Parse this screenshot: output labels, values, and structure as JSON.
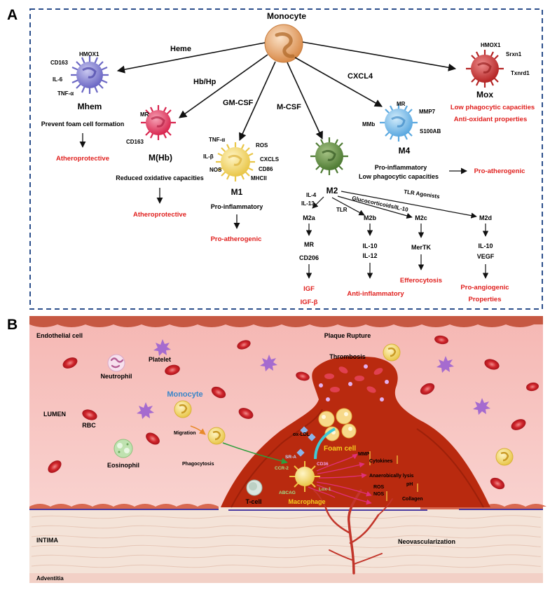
{
  "panels": {
    "a": "A",
    "b": "B"
  },
  "panel_a": {
    "root": "Monocyte",
    "stimuli": {
      "heme": "Heme",
      "hbhp": "Hb/Hp",
      "gmcsf": "GM-CSF",
      "mcsf": "M-CSF",
      "cxcl4": "CXCL4"
    },
    "mhem": {
      "name": "Mhem",
      "markers": [
        "HMOX1",
        "CD163",
        "IL-6",
        "TNF-α"
      ],
      "function": "Prevent foam cell formation",
      "outcome": "Atheroprotective"
    },
    "mhb": {
      "name": "M(Hb)",
      "markers": [
        "MR",
        "CD163"
      ],
      "function": "Reduced oxidative capacities",
      "outcome": "Atheroprotective"
    },
    "m1": {
      "name": "M1",
      "markers": [
        "TNF-α",
        "ROS",
        "IL-β",
        "CXCLS",
        "CD86",
        "NOS",
        "MHCII"
      ],
      "function": "Pro-inflammatory",
      "outcome": "Pro-atherogenic"
    },
    "m4": {
      "name": "M4",
      "markers": [
        "MR",
        "MMP7",
        "MMb",
        "S100AB"
      ],
      "function": [
        "Pro-inflammatory",
        "Low phagocytic capacities"
      ],
      "outcome": "Pro-atherogenic"
    },
    "mox": {
      "name": "Mox",
      "markers": [
        "HMOX1",
        "Srxn1",
        "Txnrd1"
      ],
      "outcome": [
        "Low phagocytic capacities",
        "Anti-oxidant properties"
      ]
    },
    "m2": {
      "name": "M2",
      "stimuli": {
        "il4": "IL-4",
        "il13": "IL-13",
        "tlr": "TLR",
        "gluco": "Glucocorticoids/IL-10",
        "tlra": "TLR Agonists"
      },
      "m2a": {
        "name": "M2a",
        "markers": [
          "MR",
          "CD206"
        ],
        "outcome": [
          "IGF",
          "IGF-β"
        ]
      },
      "m2b": {
        "name": "M2b",
        "markers": [
          "IL-10",
          "IL-12"
        ],
        "outcome": "Anti-inflammatory"
      },
      "m2c": {
        "name": "M2c",
        "markers": [
          "MerTK"
        ],
        "outcome": "Efferocytosis"
      },
      "m2d": {
        "name": "M2d",
        "markers": [
          "IL-10",
          "VEGF"
        ],
        "outcome": [
          "Pro-angiogenic",
          "Properties"
        ]
      }
    }
  },
  "panel_b": {
    "labels": {
      "endothelial": "Endothelial cell",
      "plaque_rupture": "Plaque Rupture",
      "platelet": "Platelet",
      "thrombosis": "Thrombosis",
      "neutrophil": "Neutrophil",
      "monocyte": "Monocyte",
      "lumen": "LUMEN",
      "rbc": "RBC",
      "migration": "Migration",
      "eosinophil": "Eosinophil",
      "phagocytosis": "Phagocytosis",
      "oxldl": "ox-LDL",
      "foam": "Foam cell",
      "sra": "SR-A",
      "ccr2": "CCR-2",
      "cd36": "CD36",
      "abcag": "ABCAG",
      "lox1": "Lox-1",
      "mmp": "MMP",
      "cytokines": "Cytokines",
      "anaerobic": "Anaerobically lysis",
      "ros": "ROS",
      "nos": "NOS",
      "ph": "pH",
      "collagen": "Collagen",
      "tcell": "T-cell",
      "macrophage": "Macrophage",
      "intima": "INTIMA",
      "neovasc": "Neovascularization",
      "adventitia": "Adventitia"
    }
  },
  "colors": {
    "red_text": "#e0201e",
    "dash_border": "#2c4f8c",
    "lumen": "#f6c3c0",
    "plaque": "#b92a0f",
    "intima": "#f4e3d8",
    "monocyte_label": "#3a86c8",
    "foam_label": "#f5d020"
  }
}
